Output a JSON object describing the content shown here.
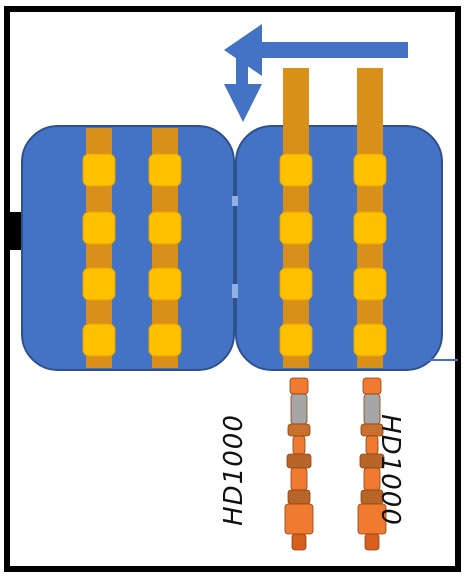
{
  "labels": {
    "left_tool": "HD1000",
    "right_tool": "HD1000"
  },
  "colors": {
    "module_fill": "#4472C4",
    "module_stroke": "#2F528F",
    "strip": "#D8901A",
    "pad": "#FFC000",
    "pad_border": "#E4A300",
    "arrow": "#4472C4",
    "tool_orange": "#F07A30",
    "tool_gray": "#A6A6A6"
  },
  "modules": [
    {
      "name": "left-module",
      "columns": 2,
      "pads_per_column": 4
    },
    {
      "name": "right-module",
      "columns": 2,
      "pads_per_column": 4
    }
  ]
}
